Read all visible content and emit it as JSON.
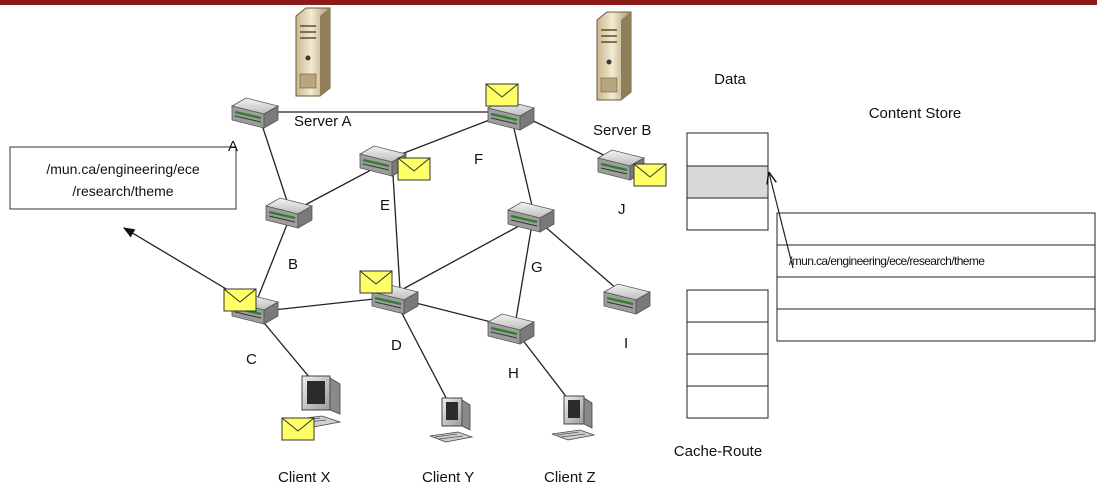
{
  "accent_color": "#8b1a1a",
  "servers": [
    {
      "id": "server-a",
      "label": "Server A"
    },
    {
      "id": "server-b",
      "label": "Server B"
    }
  ],
  "routers": [
    {
      "id": "A",
      "label": "A",
      "has_packet": false
    },
    {
      "id": "B",
      "label": "B",
      "has_packet": false
    },
    {
      "id": "C",
      "label": "C",
      "has_packet": true
    },
    {
      "id": "D",
      "label": "D",
      "has_packet": true
    },
    {
      "id": "E",
      "label": "E",
      "has_packet": true
    },
    {
      "id": "F",
      "label": "F",
      "has_packet": true
    },
    {
      "id": "G",
      "label": "G",
      "has_packet": false
    },
    {
      "id": "H",
      "label": "H",
      "has_packet": false
    },
    {
      "id": "I",
      "label": "I",
      "has_packet": false
    },
    {
      "id": "J",
      "label": "J",
      "has_packet": true
    }
  ],
  "clients": [
    {
      "id": "client-x",
      "label": "Client X",
      "has_packet": true
    },
    {
      "id": "client-y",
      "label": "Client Y",
      "has_packet": false
    },
    {
      "id": "client-z",
      "label": "Client Z",
      "has_packet": false
    }
  ],
  "interest_name": {
    "line1": "/mun.ca/engineering/ece",
    "line2": "/research/theme"
  },
  "data_label": "Data",
  "content_store": {
    "title": "Content Store",
    "entry": "/mun.ca/engineering/ece/research/theme"
  },
  "cache_route_label": "Cache-Route"
}
